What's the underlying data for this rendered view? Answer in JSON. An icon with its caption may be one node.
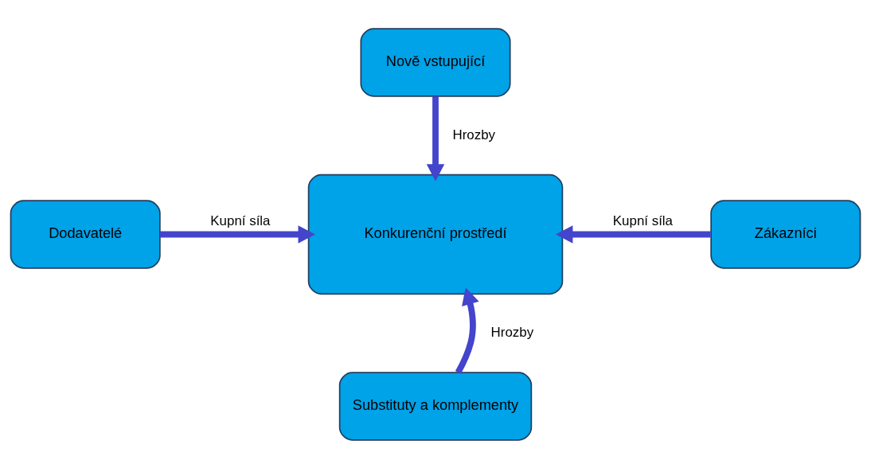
{
  "diagram": {
    "nodes": [
      {
        "text": [
          "Nově vstupující"
        ]
      },
      {
        "text": [
          "Dodavatelé"
        ]
      },
      {
        "text": [
          "Konkurenční prostředí"
        ]
      },
      {
        "text": [
          "Zákazníci"
        ]
      },
      {
        "text": [
          "Substituty a komplementy"
        ]
      }
    ],
    "edges": [
      {
        "from": 0,
        "to": 2,
        "arrow": "to",
        "label": "Hrozby"
      },
      {
        "from": 1,
        "to": 2,
        "arrow": "to",
        "label": "Kupní síla"
      },
      {
        "from": 3,
        "to": 2,
        "arrow": "to",
        "label": "Kupní síla"
      },
      {
        "from": 4,
        "to": 2,
        "arrow": "to",
        "label": "Hrozby"
      }
    ]
  }
}
